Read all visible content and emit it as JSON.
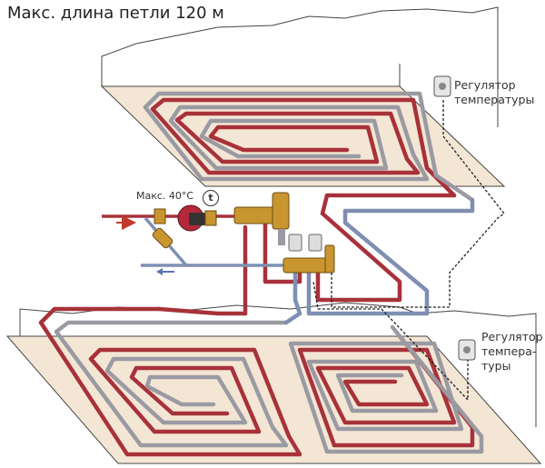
{
  "title": "Макс. длина петли 120 м",
  "max_temp_label": "Макс. 40°С",
  "thermometer_symbol": "t",
  "regulator_top": {
    "line1": "Регулятор",
    "line2": "температуры"
  },
  "regulator_bottom": {
    "line1": "Регулятор",
    "line2": "темпера-",
    "line3": "туры"
  },
  "colors": {
    "floor": "#f4e6d4",
    "pipe_supply": "#a8313a",
    "pipe_return": "#7e8fb3",
    "pipe_loop_inner": "#9a9aa3",
    "brass": "#c9952f",
    "pump": "#b3283a",
    "arrow_supply": "#c0392b",
    "arrow_return": "#5a74b0"
  }
}
